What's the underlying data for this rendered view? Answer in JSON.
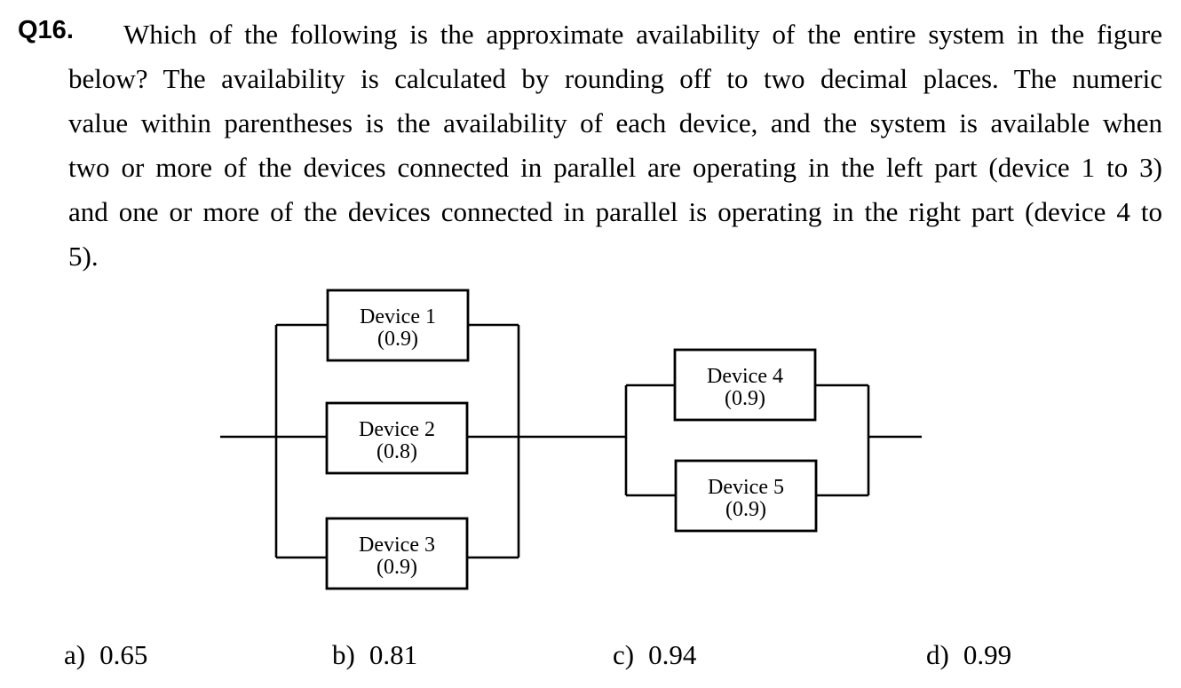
{
  "question": {
    "number": "Q16.",
    "stem_lines": [
      "Which of the following is the approximate availability of the entire system in the figure",
      "below? The availability is calculated by rounding off to two decimal places. The numeric",
      "value within parentheses is the availability of each device, and the system is available when",
      "two or more of the devices connected in parallel are operating in the left part (device 1 to 3)",
      "and one or more of the devices connected in parallel is operating in the right part (device 4 to",
      "5)."
    ]
  },
  "diagram": {
    "devices": [
      {
        "name": "Device 1",
        "availability": "(0.9)"
      },
      {
        "name": "Device 2",
        "availability": "(0.8)"
      },
      {
        "name": "Device 3",
        "availability": "(0.9)"
      },
      {
        "name": "Device 4",
        "availability": "(0.9)"
      },
      {
        "name": "Device 5",
        "availability": "(0.9)"
      }
    ]
  },
  "options": [
    {
      "letter": "a)",
      "value": "0.65"
    },
    {
      "letter": "b)",
      "value": "0.81"
    },
    {
      "letter": "c)",
      "value": "0.94"
    },
    {
      "letter": "d)",
      "value": "0.99"
    }
  ]
}
